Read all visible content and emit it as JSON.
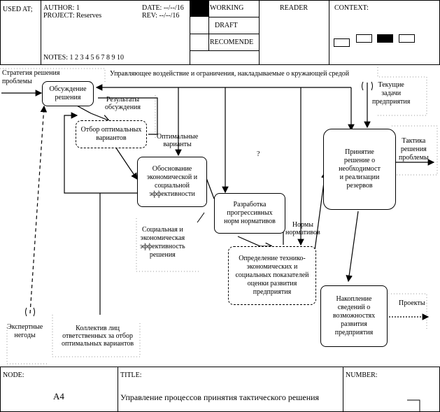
{
  "header": {
    "used_at": "USED AT;",
    "author": "AUTHOR: 1",
    "project": "PROJECT: Reserves",
    "notes": "NOTES: 1 2 3 4 5 6 7 8 9 10",
    "date": "DATE:  --/--/16",
    "rev": "REV:     --/--/16",
    "working": "WORKING",
    "draft": "DRAFT",
    "recomende": "RECOMENDE",
    "reader": "READER",
    "context": "CONTEXT:"
  },
  "diagram": {
    "input_strategy": "Стратегия  решения\nпроблемы",
    "top_control": "Управляющее воздействие и ограничения, накладываемые о кружающей средой",
    "current_tasks": "Текущие\nзадачи\nпредприятия",
    "box1": "Обсуждение\nрешения",
    "discussion_results": "Результаты\nобсуждения",
    "box2": "Отбор оптимальных\nвариантов",
    "optimal_variants": "Оптимальные\nварианты",
    "box3": "Обоснование\nэкономической и\nсоциальной\nэффективности",
    "question": "?",
    "box4": "Разработка\nпрогрессивных\nнорм нормативов",
    "norms": "Нормы\nнормативов",
    "social_eff": "Социальная и\nэкономическая\nэффективность\nрешения",
    "box5": "Определение технико-\nэкономических и\nсоциальных показателей\nоценки развития\nпредприятия",
    "box6": "Принятие\nрешение о\nнеобходимост\nи реализации\nрезервов",
    "tactics": "Тактика\nрешения\nпроблемы",
    "box7": "Накопление\nсведений о\nвозможностях\nразвития\nпредприятия",
    "projects": "Проекты",
    "experts": "Экспертные\nнегоды",
    "collective": "Коллектив лиц\nответственных за отбор\nоптимальных вариантов"
  },
  "footer": {
    "node_label": "NODE:",
    "node_value": "A4",
    "title_label": "TITLE:",
    "title_value": "Управление процессов принятия тактического решения",
    "number_label": "NUMBER:"
  }
}
